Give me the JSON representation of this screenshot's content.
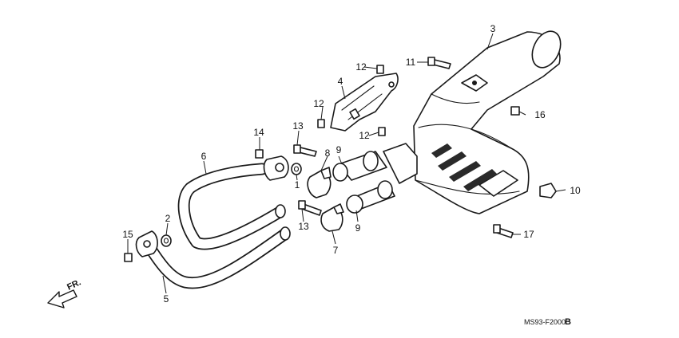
{
  "callouts": {
    "c1": "1",
    "c2": "2",
    "c3": "3",
    "c4": "4",
    "c5": "5",
    "c6": "6",
    "c7": "7",
    "c8": "8",
    "c9a": "9",
    "c9b": "9",
    "c10": "10",
    "c11": "11",
    "c12a": "12",
    "c12b": "12",
    "c12c": "12",
    "c13a": "13",
    "c13b": "13",
    "c14": "14",
    "c15": "15",
    "c16": "16",
    "c17": "17"
  },
  "direction": "FR.",
  "diagram_code": {
    "text": "MS93-F2000",
    "suffix": "B"
  }
}
